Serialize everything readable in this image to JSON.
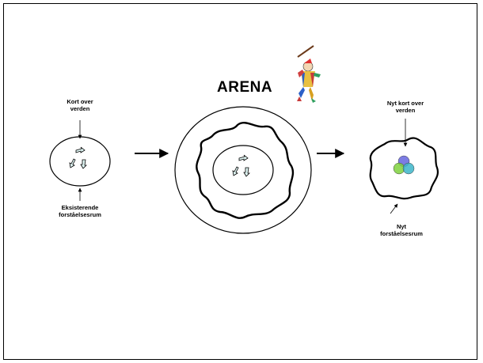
{
  "labels": {
    "map_left": "Kort over\nverden",
    "space_left": "Eksisterende\nforståelsesrum",
    "arena_title": "ARENA",
    "map_right": "Nyt kort over\nverden",
    "space_right": "Nyt\nforståelsesrum"
  },
  "icons": {
    "figure": "harlequin-juggler-icon",
    "arrows": "circular-arrows-icon",
    "venn": "overlapping-circles-icon"
  },
  "colors": {
    "line": "#000000",
    "arrow_fill": "#ddf3f1",
    "venn_blue": "#6e6ee0",
    "venn_green": "#7fd13d",
    "venn_teal": "#3cb5c9"
  }
}
